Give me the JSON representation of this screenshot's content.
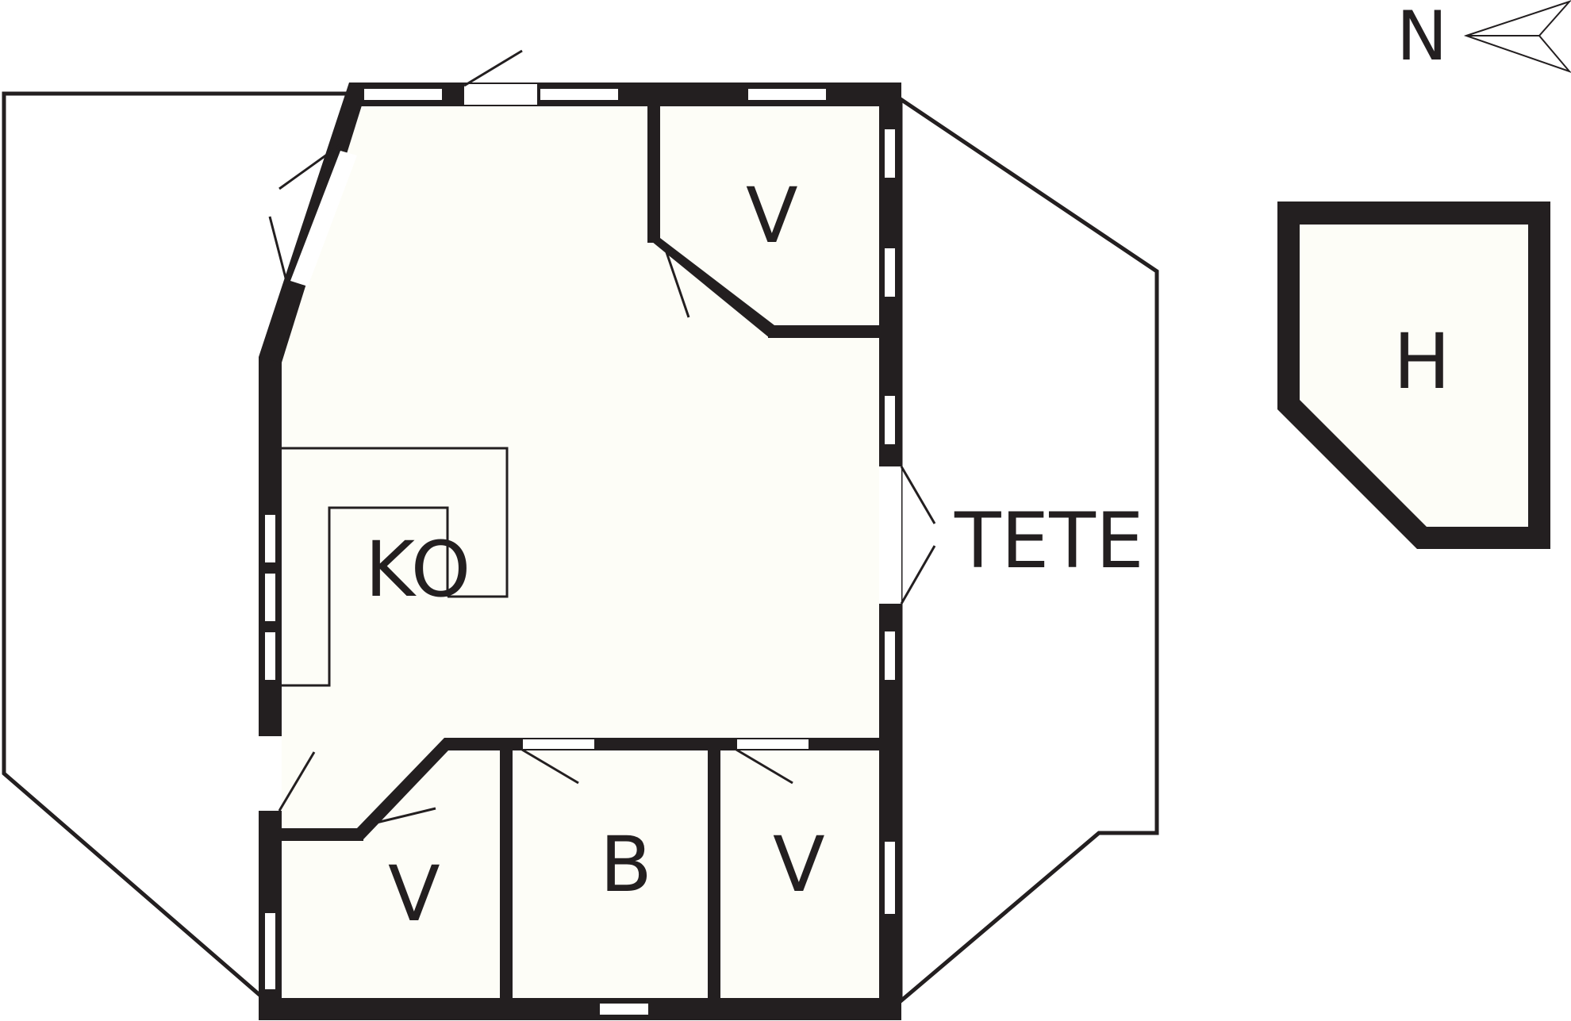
{
  "rooms": {
    "kitchen": "KO",
    "closet_top": "V",
    "terrace": "TETE",
    "closet_bottom_left": "V",
    "bathroom": "B",
    "closet_bottom_right": "V",
    "separate_building": "H"
  },
  "compass": {
    "label": "N",
    "icon": "north-arrow-icon"
  },
  "colors": {
    "wall": "#231f20",
    "floor": "#fdfdf7",
    "window": "#ffffff"
  }
}
